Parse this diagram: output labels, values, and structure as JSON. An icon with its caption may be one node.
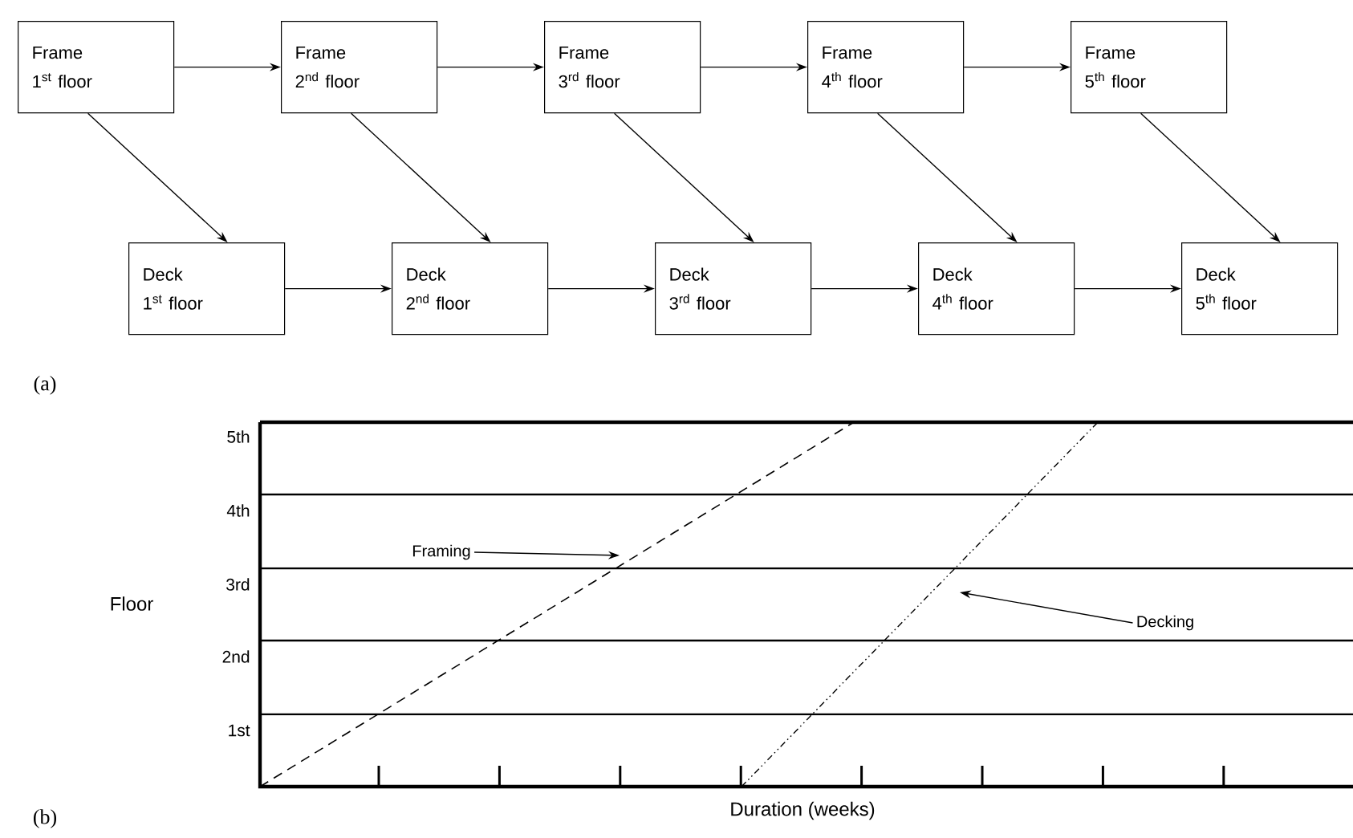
{
  "diagram": {
    "nodes": [
      {
        "text": [
          "Frame",
          "1$^{st}$ floor"
        ]
      },
      {
        "text": [
          "Frame",
          "2$^{nd}$ floor"
        ]
      },
      {
        "text": [
          "Frame",
          "3$^{rd}$ floor"
        ]
      },
      {
        "text": [
          "Frame",
          "4$^{th}$ floor"
        ]
      },
      {
        "text": [
          "Frame",
          "5$^{th}$ floor"
        ]
      },
      {
        "text": [
          "Deck",
          "1$^{st}$ floor"
        ]
      },
      {
        "text": [
          "Deck",
          "2$^{nd}$ floor"
        ]
      },
      {
        "text": [
          "Deck",
          "3$^{rd}$ floor"
        ]
      },
      {
        "text": [
          "Deck",
          "4$^{th}$ floor"
        ]
      },
      {
        "text": [
          "Deck",
          "5$^{th}$ floor"
        ]
      },
      {
        "text": [
          "Framing"
        ]
      },
      {
        "text": [
          "Decking"
        ]
      }
    ],
    "edges": [
      {
        "from": 0,
        "to": 1,
        "arrow": "to"
      },
      {
        "from": 1,
        "to": 2,
        "arrow": "to"
      },
      {
        "from": 2,
        "to": 3,
        "arrow": "to"
      },
      {
        "from": 3,
        "to": 4,
        "arrow": "to"
      },
      {
        "from": 0,
        "to": 5,
        "arrow": "to"
      },
      {
        "from": 1,
        "to": 6,
        "arrow": "to"
      },
      {
        "from": 2,
        "to": 7,
        "arrow": "to"
      },
      {
        "from": 3,
        "to": 8,
        "arrow": "to"
      },
      {
        "from": 4,
        "to": 9,
        "arrow": "to"
      },
      {
        "from": 5,
        "to": 6,
        "arrow": "to"
      },
      {
        "from": 6,
        "to": 7,
        "arrow": "to"
      },
      {
        "from": 7,
        "to": 8,
        "arrow": "to"
      },
      {
        "from": 8,
        "to": 9,
        "arrow": "to"
      },
      {
        "from": 10,
        "to": null,
        "arrow": "to"
      },
      {
        "from": 11,
        "to": null,
        "arrow": "to"
      }
    ],
    "labels": [
      "(a)",
      "5th",
      "4th",
      "3rd",
      "2nd",
      "1st",
      "Floor",
      "Duration (weeks)",
      "(b)"
    ]
  }
}
